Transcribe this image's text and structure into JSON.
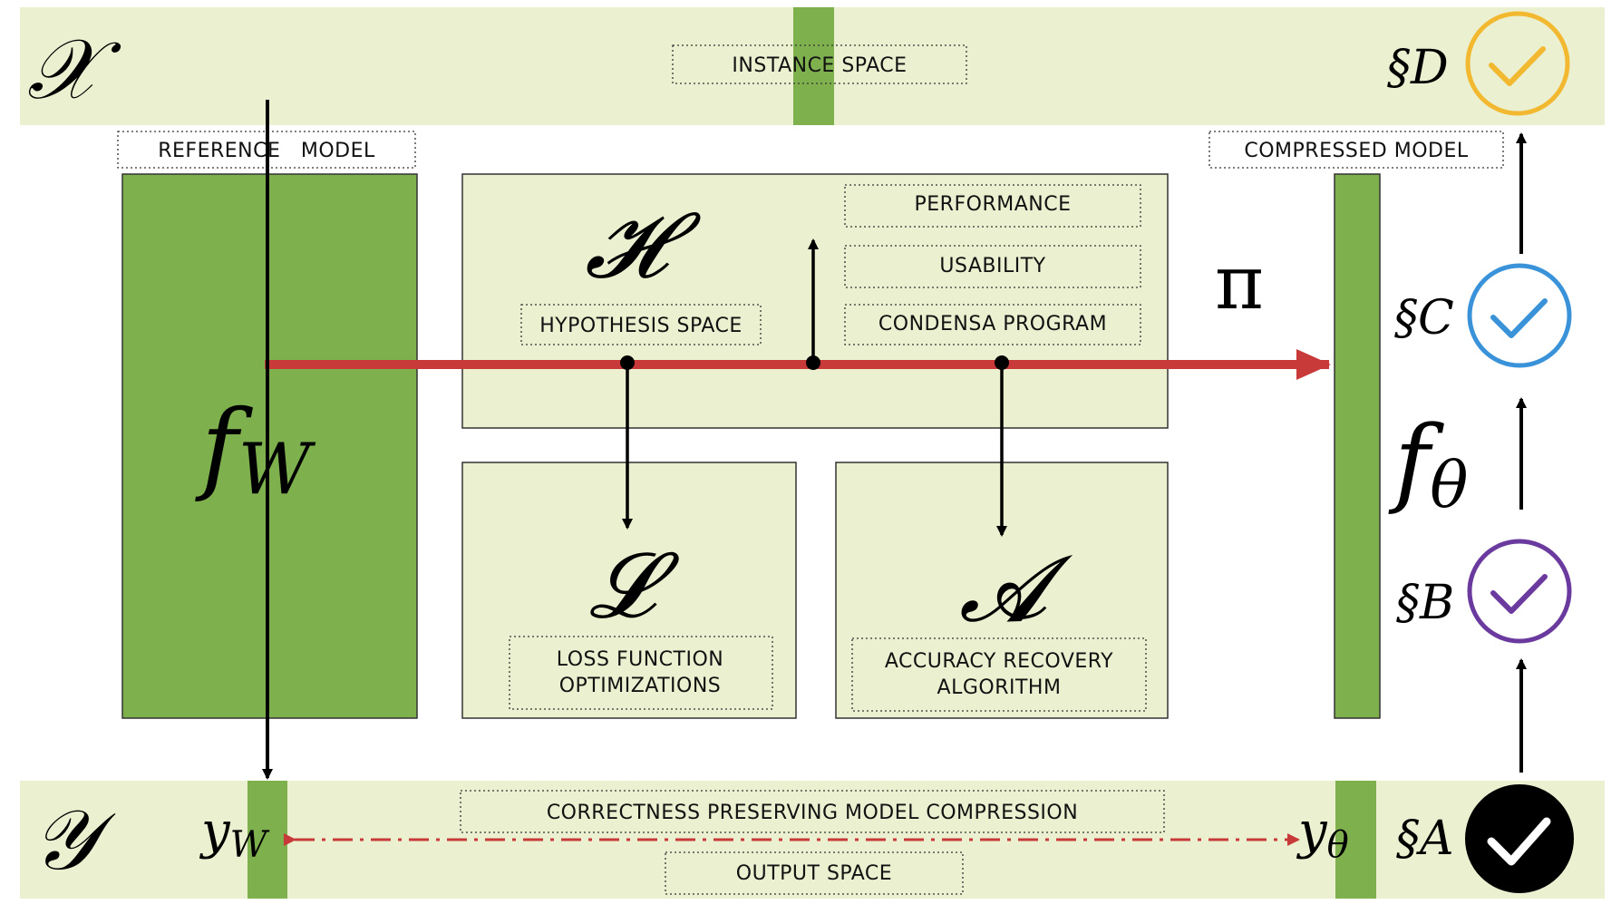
{
  "spaces": {
    "instance_symbol": "𝒳",
    "instance_label": "INSTANCE SPACE",
    "output_symbol": "𝒴",
    "output_label": "OUTPUT SPACE"
  },
  "models": {
    "reference_label": "REFERENCE   MODEL",
    "reference_symbol": "f",
    "reference_sub": "W",
    "compressed_label": "COMPRESSED MODEL",
    "compressed_symbol": "f",
    "compressed_sub": "θ"
  },
  "hypothesis": {
    "symbol": "𝓗",
    "label": "HYPOTHESIS SPACE",
    "criteria": [
      "PERFORMANCE",
      "USABILITY",
      "CONDENSA PROGRAM"
    ]
  },
  "policy_symbol": "π",
  "loss": {
    "symbol": "𝓛",
    "label_line1": "LOSS FUNCTION",
    "label_line2": "OPTIMIZATIONS"
  },
  "algorithm": {
    "symbol": "𝓐",
    "label_line1": "ACCURACY RECOVERY",
    "label_line2": "ALGORITHM"
  },
  "outputs": {
    "y_symbol": "y",
    "ref_sub": "W",
    "comp_sub": "θ",
    "relation_label": "CORRECTNESS PRESERVING MODEL COMPRESSION"
  },
  "sections": [
    {
      "label": "§D",
      "color": "#F2B830",
      "filled": false
    },
    {
      "label": "§C",
      "color": "#3A93D8",
      "filled": false
    },
    {
      "label": "§B",
      "color": "#6A3A9E",
      "filled": false
    },
    {
      "label": "§A",
      "color": "#000000",
      "filled": true
    }
  ],
  "colors": {
    "band": "#EBF1D0",
    "green": "#7EB04E",
    "red": "#C8393A"
  }
}
